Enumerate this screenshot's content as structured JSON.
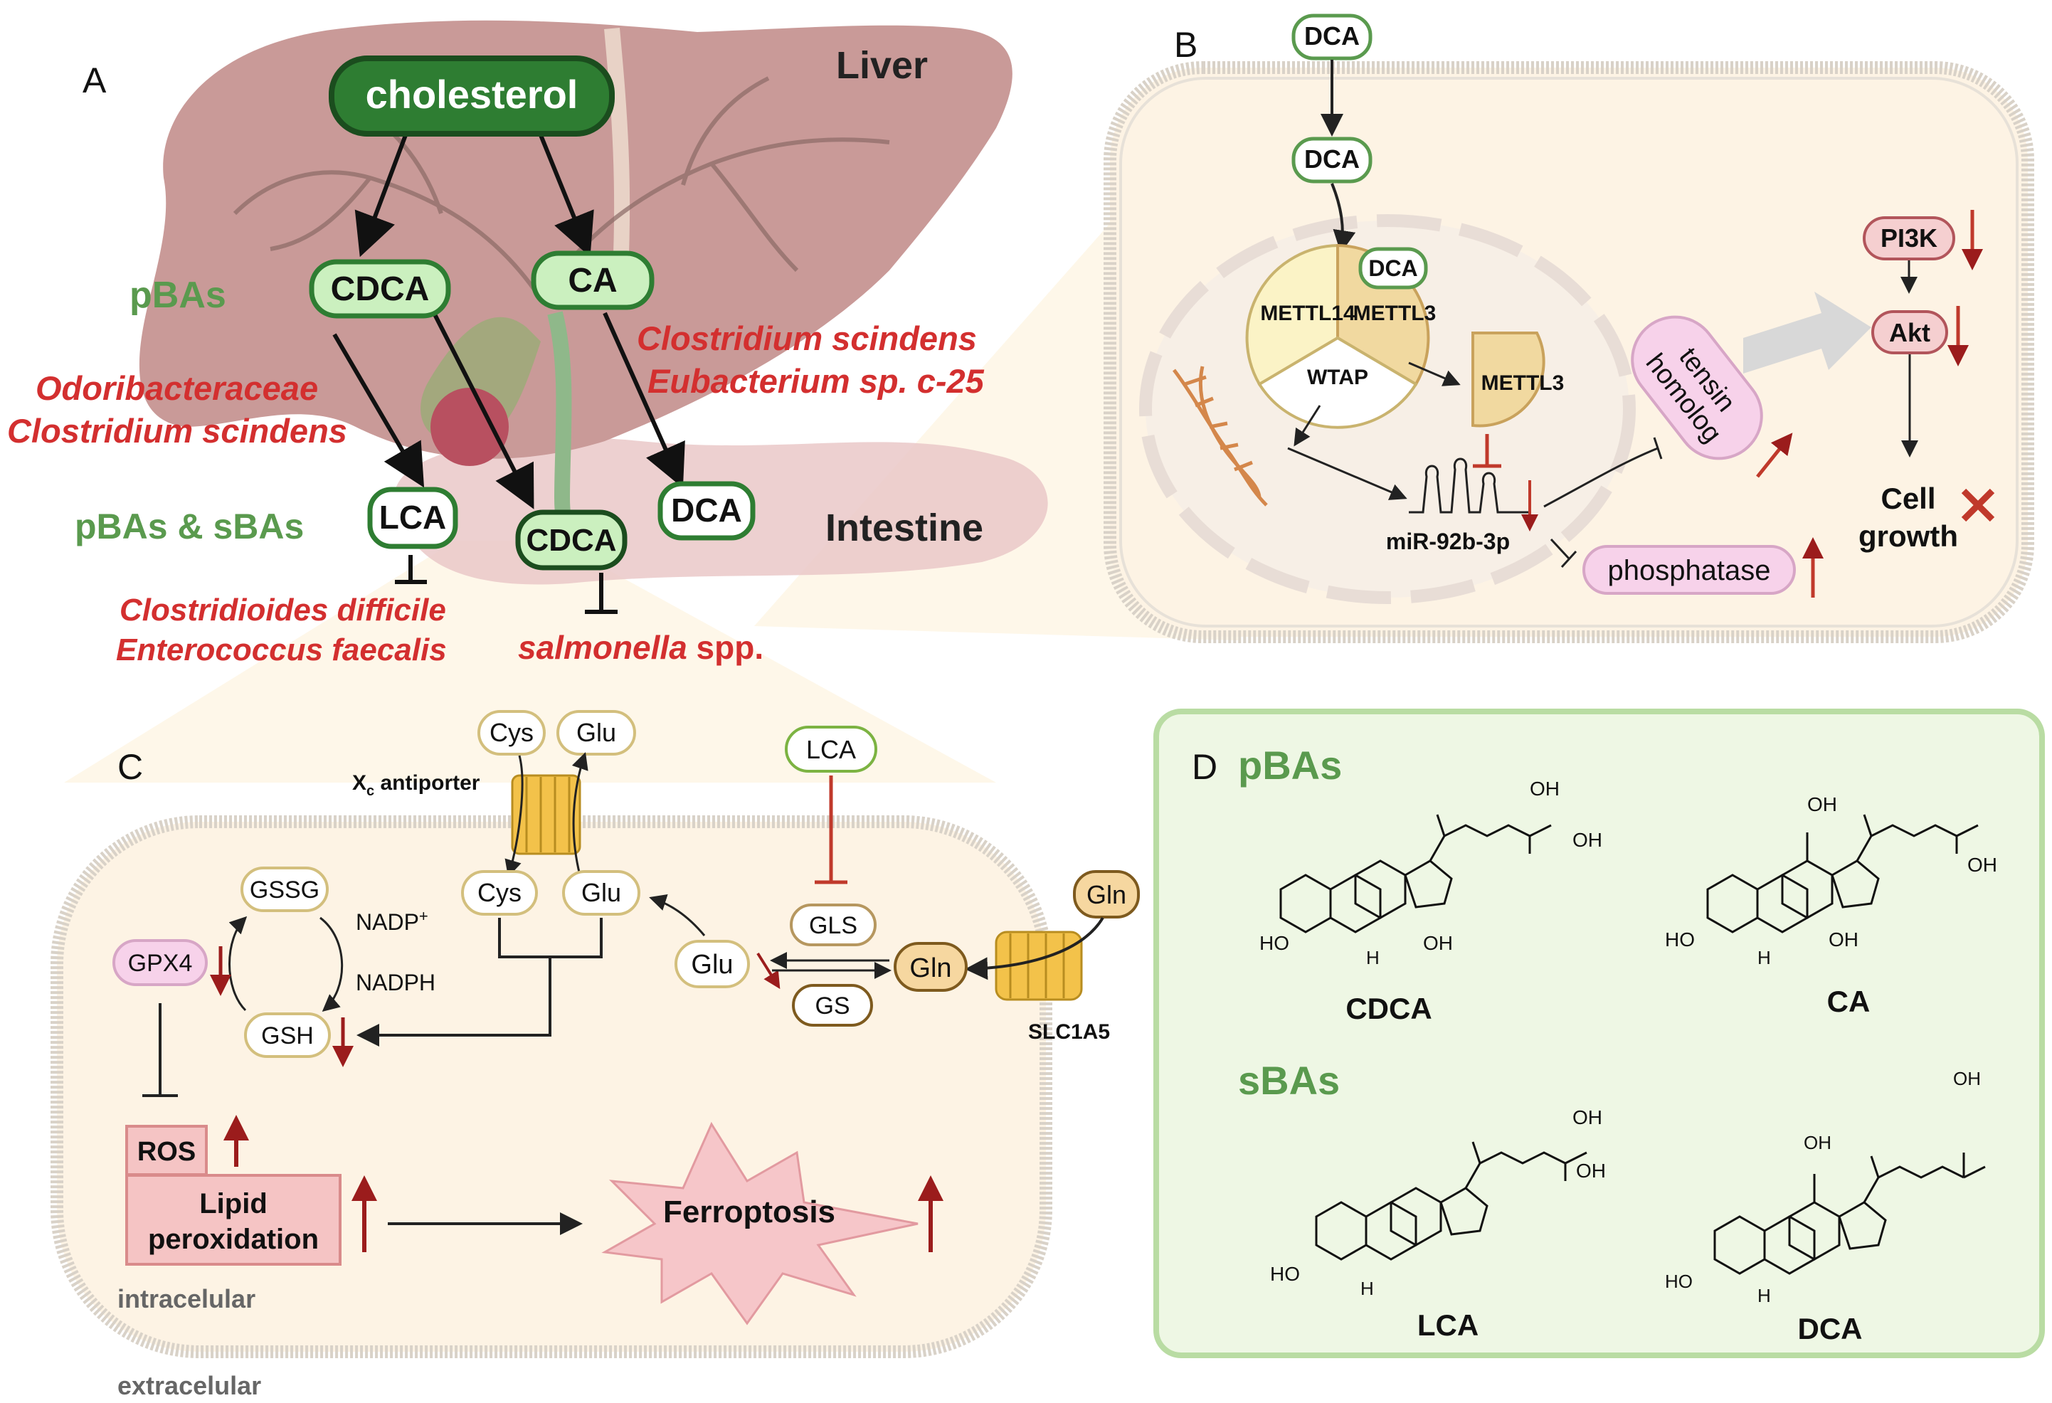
{
  "panelA": {
    "label": "A",
    "liver": "Liver",
    "intestine": "Intestine",
    "cholesterol": "cholesterol",
    "cdca": "CDCA",
    "ca": "CA",
    "pbas": "pBAs",
    "pbas_sbas": "pBAs & sBAs",
    "lca": "LCA",
    "cdca2": "CDCA",
    "dca": "DCA",
    "bact_left1": "Odoribacteraceae",
    "bact_left2": "Clostridium scindens",
    "bact_right1": "Clostridium scindens",
    "bact_right2": "Eubacterium sp. c-25",
    "inhib1": "Clostridioides difficile",
    "inhib2": "Enterococcus faecalis",
    "salmonella_italic": "salmonella",
    "salmonella_rest": " spp."
  },
  "panelB": {
    "label": "B",
    "dca_top": "DCA",
    "dca_mid": "DCA",
    "dca_small": "DCA",
    "mettl14": "METTL14",
    "mettl3": "METTL3",
    "wtap": "WTAP",
    "mettl3b": "METTL3",
    "mirna": "miR-92b-3p",
    "tensin1": "tensin",
    "tensin2": "homolog",
    "phosphatase": "phosphatase",
    "pi3k": "PI3K",
    "akt": "Akt",
    "cell": "Cell",
    "growth": "growth"
  },
  "panelC": {
    "label": "C",
    "cys_out": "Cys",
    "glu_out": "Glu",
    "xc_x": "X",
    "xc_sub": "c",
    "xc_rest": " antiporter",
    "lca": "LCA",
    "gln_out": "Gln",
    "gssg": "GSSG",
    "nadp": "NADP",
    "nadp_sup": "+",
    "nadph": "NADPH",
    "gpx4": "GPX4",
    "gsh": "GSH",
    "cys_in": "Cys",
    "glu_in": "Glu",
    "glu_mid": "Glu",
    "gls": "GLS",
    "gs": "GS",
    "gln_in": "Gln",
    "slc1a5": "SLC1A5",
    "ros": "ROS",
    "lipid1": "Lipid",
    "lipid2": "peroxidation",
    "ferroptosis": "Ferroptosis",
    "intracellular": "intracelular",
    "extracellular": "extracelular"
  },
  "panelD": {
    "label": "D",
    "pbas": "pBAs",
    "sbas": "sBAs",
    "cdca": "CDCA",
    "ca": "CA",
    "lca": "LCA",
    "dca": "DCA",
    "oh": "OH",
    "ho": "HO",
    "h": "H"
  },
  "colors": {
    "green_dark": "#2e7d32",
    "green_text": "#5a9a4e",
    "red_text": "#d32f2f",
    "liver": "#c99a98",
    "cell_fill": "#fdf5e6",
    "membrane": "#d8cfc4",
    "panelD_fill": "#eef7e4",
    "panelD_border": "#b9dca3"
  }
}
